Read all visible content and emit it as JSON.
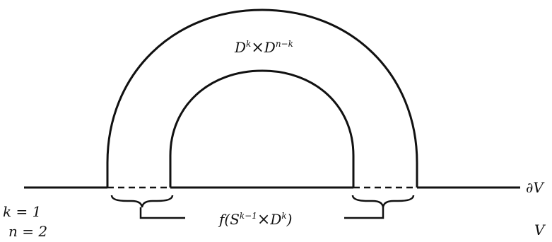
{
  "handle_label": {
    "base1": "D",
    "sup1": "k",
    "times": "×",
    "base2": "D",
    "sup2": "n−k"
  },
  "attach_label": {
    "prefix": "f(S",
    "sup1": "k−1",
    "times": "×",
    "base2": "D",
    "sup2": "k",
    "suffix": ")"
  },
  "boundary_label": "∂V",
  "manifold_label": "V",
  "k_label": "k = 1",
  "n_label": "n = 2",
  "colors": {
    "ink": "#111111",
    "background": "#ffffff"
  }
}
